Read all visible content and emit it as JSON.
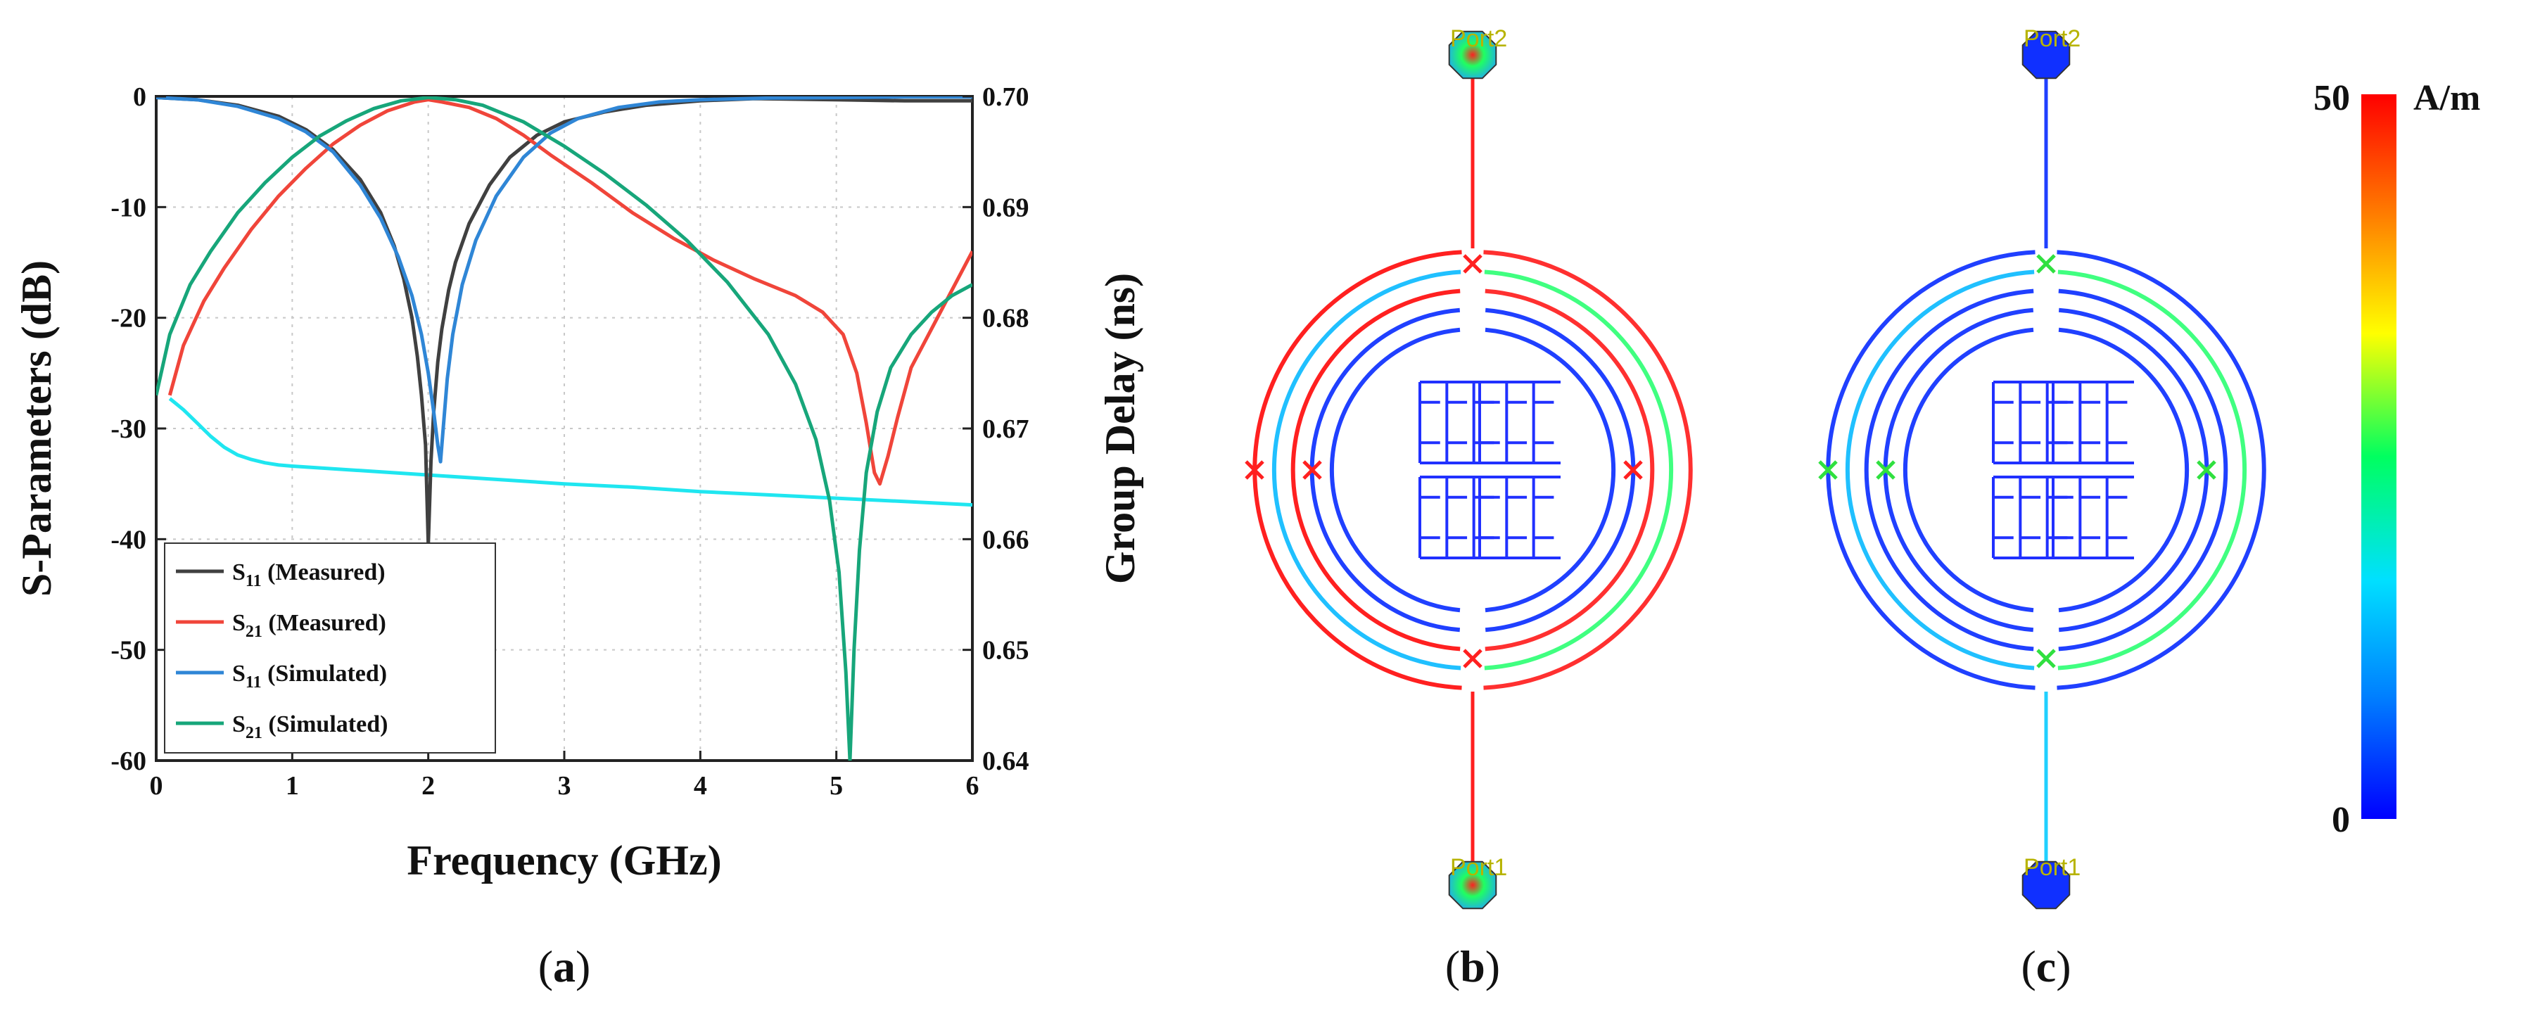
{
  "chart_data": {
    "type": "line",
    "xlabel": "Frequency (GHz)",
    "ylabel": "S-Parameters (dB)",
    "y2label": "Group Delay (ns)",
    "xlim": [
      0,
      6
    ],
    "ylim": [
      -60,
      0
    ],
    "y2lim": [
      0.64,
      0.7
    ],
    "xticks": [
      "0",
      "1",
      "2",
      "3",
      "4",
      "5",
      "6"
    ],
    "yticks": [
      "0",
      "-10",
      "-20",
      "-30",
      "-40",
      "-50",
      "-60"
    ],
    "y2ticks": [
      "0.70",
      "0.69",
      "0.68",
      "0.67",
      "0.66",
      "0.65",
      "0.64"
    ],
    "grid": true,
    "legend_position": "bottom-left",
    "series": [
      {
        "name": "S11 (Measured)",
        "label_main": "S",
        "label_sub": "11",
        "label_rest": " (Measured)",
        "axis": "left",
        "color": "#404040",
        "x": [
          0,
          0.3,
          0.6,
          0.9,
          1.1,
          1.3,
          1.5,
          1.65,
          1.75,
          1.82,
          1.88,
          1.92,
          1.95,
          1.98,
          2.0,
          2.02,
          2.04,
          2.07,
          2.1,
          2.15,
          2.2,
          2.3,
          2.45,
          2.6,
          2.8,
          3.0,
          3.3,
          3.6,
          4.0,
          4.4,
          5.0,
          5.5,
          6.0
        ],
        "y": [
          -0.1,
          -0.3,
          -0.8,
          -1.8,
          -3.0,
          -4.8,
          -7.5,
          -10.5,
          -13.5,
          -16.5,
          -20.0,
          -23.5,
          -27.0,
          -31.5,
          -40.5,
          -33.0,
          -28.5,
          -24.0,
          -21.0,
          -17.5,
          -15.0,
          -11.5,
          -8.0,
          -5.5,
          -3.5,
          -2.3,
          -1.4,
          -0.8,
          -0.4,
          -0.2,
          -0.3,
          -0.4,
          -0.4
        ]
      },
      {
        "name": "S21 (Measured)",
        "label_main": "S",
        "label_sub": "21",
        "label_rest": " (Measured)",
        "axis": "left",
        "color": "#f0453a",
        "x": [
          0.1,
          0.2,
          0.35,
          0.5,
          0.7,
          0.9,
          1.1,
          1.3,
          1.5,
          1.7,
          1.9,
          2.0,
          2.1,
          2.3,
          2.5,
          2.7,
          2.9,
          3.2,
          3.5,
          3.8,
          4.1,
          4.4,
          4.7,
          4.9,
          5.05,
          5.15,
          5.22,
          5.28,
          5.32,
          5.38,
          5.45,
          5.55,
          5.7,
          5.85,
          6.0
        ],
        "y": [
          -27.0,
          -22.5,
          -18.5,
          -15.5,
          -12.0,
          -9.0,
          -6.5,
          -4.3,
          -2.6,
          -1.3,
          -0.5,
          -0.3,
          -0.5,
          -1.0,
          -2.0,
          -3.5,
          -5.3,
          -7.8,
          -10.5,
          -12.8,
          -14.8,
          -16.5,
          -18.0,
          -19.5,
          -21.5,
          -25.0,
          -29.5,
          -34.0,
          -35.0,
          -32.5,
          -29.0,
          -24.5,
          -21.0,
          -17.5,
          -14.0
        ]
      },
      {
        "name": "S11 (Simulated)",
        "label_main": "S",
        "label_sub": "11",
        "label_rest": " (Simulated)",
        "axis": "left",
        "color": "#2f86d6",
        "x": [
          0,
          0.3,
          0.6,
          0.9,
          1.1,
          1.3,
          1.5,
          1.65,
          1.78,
          1.88,
          1.95,
          2.0,
          2.04,
          2.07,
          2.09,
          2.11,
          2.14,
          2.18,
          2.25,
          2.35,
          2.5,
          2.7,
          2.9,
          3.1,
          3.4,
          3.7,
          4.0,
          4.5,
          5.0,
          5.5,
          6.0
        ],
        "y": [
          -0.1,
          -0.3,
          -0.9,
          -2.0,
          -3.2,
          -5.0,
          -8.0,
          -11.0,
          -14.5,
          -18.0,
          -21.5,
          -25.0,
          -28.5,
          -31.5,
          -33.0,
          -30.0,
          -25.5,
          -21.5,
          -17.0,
          -13.0,
          -9.0,
          -5.5,
          -3.3,
          -2.0,
          -1.0,
          -0.5,
          -0.3,
          -0.15,
          -0.1,
          -0.05,
          -0.05
        ]
      },
      {
        "name": "S21 (Simulated)",
        "label_main": "S",
        "label_sub": "21",
        "label_rest": " (Simulated)",
        "axis": "left",
        "color": "#17a67a",
        "x": [
          0,
          0.1,
          0.25,
          0.4,
          0.6,
          0.8,
          1.0,
          1.2,
          1.4,
          1.6,
          1.8,
          2.0,
          2.2,
          2.4,
          2.7,
          3.0,
          3.3,
          3.6,
          3.9,
          4.2,
          4.5,
          4.7,
          4.85,
          4.95,
          5.02,
          5.07,
          5.1,
          5.13,
          5.17,
          5.22,
          5.3,
          5.4,
          5.55,
          5.7,
          5.85,
          6.0
        ],
        "y": [
          -27.0,
          -21.5,
          -17.0,
          -14.0,
          -10.5,
          -7.8,
          -5.5,
          -3.6,
          -2.2,
          -1.1,
          -0.4,
          -0.1,
          -0.3,
          -0.8,
          -2.3,
          -4.5,
          -7.0,
          -9.8,
          -13.0,
          -16.8,
          -21.5,
          -26.0,
          -31.0,
          -36.5,
          -43.0,
          -52.0,
          -60.0,
          -50.0,
          -41.0,
          -34.0,
          -28.5,
          -24.5,
          -21.5,
          -19.5,
          -18.0,
          -17.0
        ]
      },
      {
        "name": "Group Delay",
        "axis": "right",
        "color": "#1fe6f0",
        "x": [
          0.1,
          0.2,
          0.3,
          0.4,
          0.5,
          0.6,
          0.7,
          0.8,
          0.9,
          1.0,
          1.5,
          2.0,
          2.5,
          3.0,
          3.5,
          4.0,
          4.5,
          5.0,
          5.5,
          6.0
        ],
        "y": [
          0.6727,
          0.6717,
          0.6705,
          0.6693,
          0.6683,
          0.6676,
          0.6672,
          0.6669,
          0.6667,
          0.6666,
          0.6662,
          0.6658,
          0.6654,
          0.665,
          0.6647,
          0.6643,
          0.664,
          0.6637,
          0.6634,
          0.6631
        ]
      }
    ]
  },
  "panels": {
    "a_label": "a",
    "b_label": "b",
    "c_label": "c",
    "port_top": "Port2",
    "port_bottom": "Port1"
  },
  "colorbar": {
    "max": "50",
    "min": "0",
    "unit": "A/m",
    "stops": [
      "#0000ff",
      "#0080ff",
      "#00e0ff",
      "#00ff60",
      "#ffff00",
      "#ff8000",
      "#ff0000"
    ]
  }
}
